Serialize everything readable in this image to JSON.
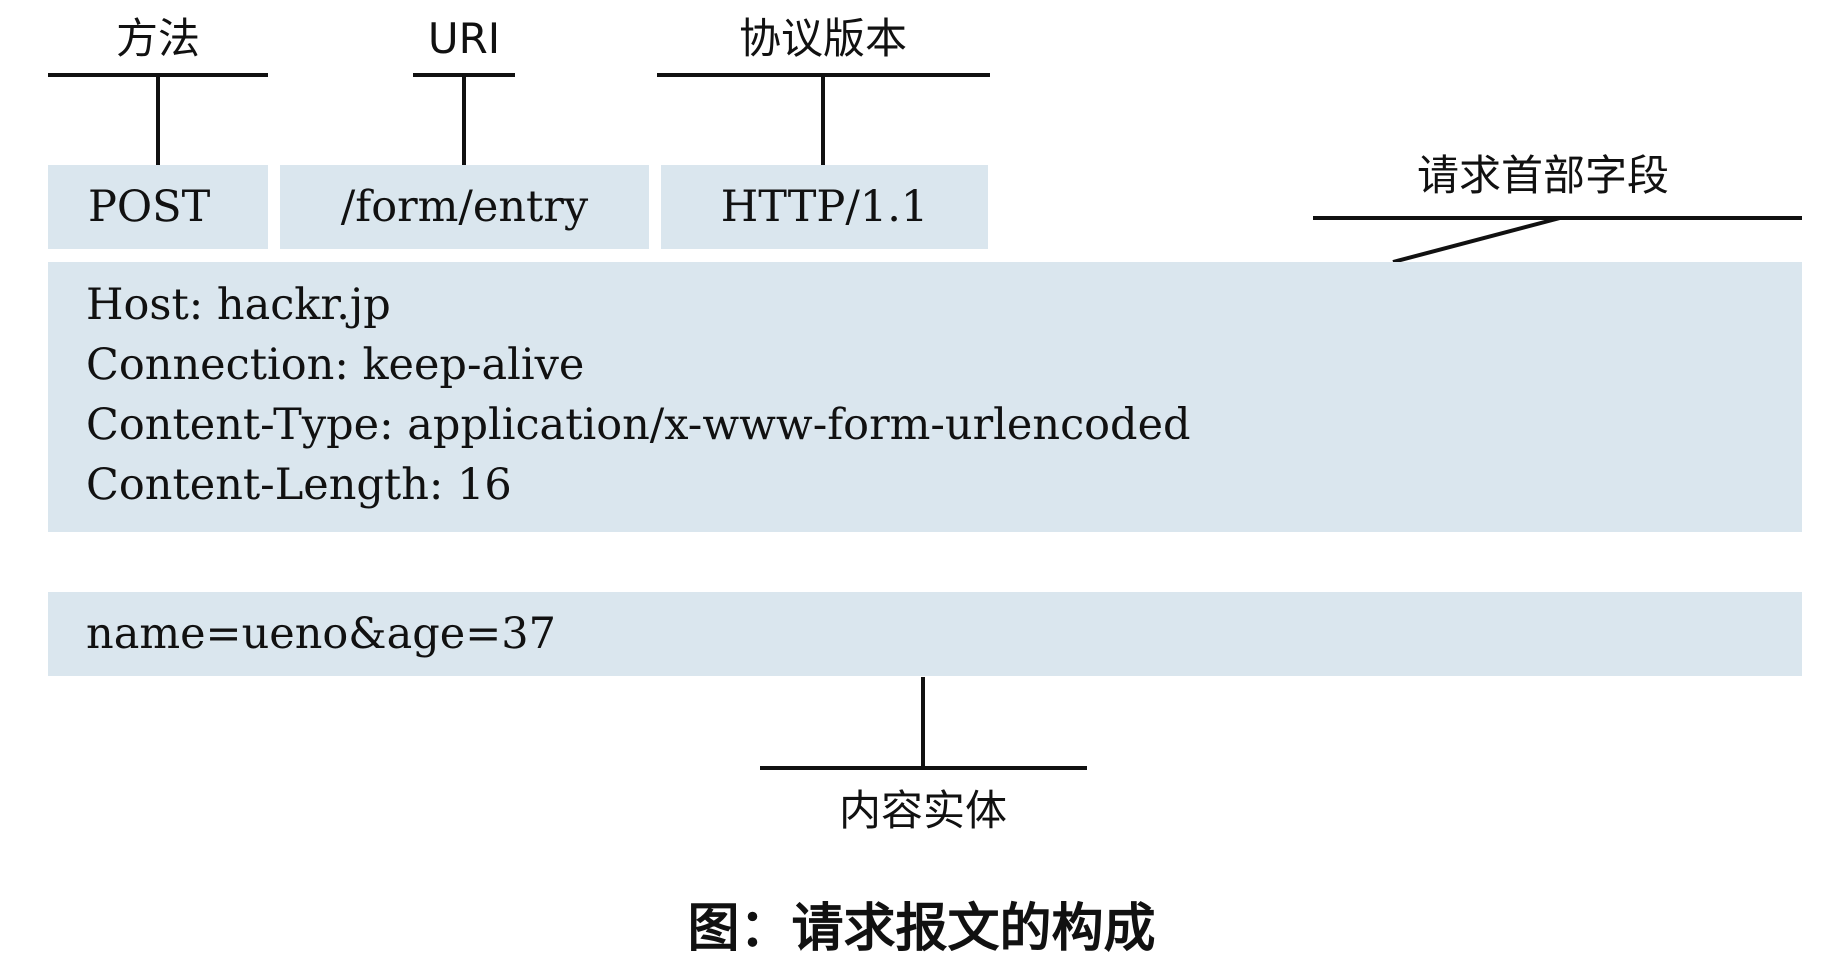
{
  "labels": {
    "method": "方法",
    "uri": "URI",
    "version": "协议版本",
    "headers": "请求首部字段",
    "body": "内容实体"
  },
  "request_line": {
    "method": "POST",
    "uri": "/form/entry",
    "version": "HTTP/1.1"
  },
  "header_fields": [
    "Host: hackr.jp",
    "Connection: keep-alive",
    "Content-Type: application/x-www-form-urlencoded",
    "Content-Length: 16"
  ],
  "entity_body": "name=ueno&age=37",
  "caption": "图：请求报文的构成",
  "colors": {
    "box_fill": "#dae6ee",
    "line": "#111111",
    "text": "#111111"
  }
}
